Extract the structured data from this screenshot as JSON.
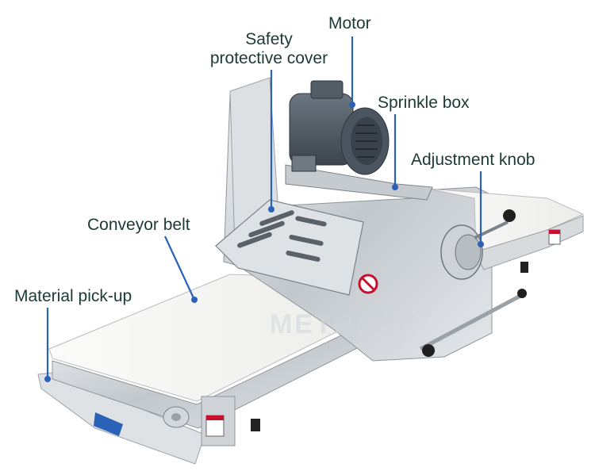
{
  "callouts": {
    "motor": "Motor",
    "safety_cover_line1": "Safety",
    "safety_cover_line2": "protective cover",
    "sprinkle_box": "Sprinkle box",
    "adjustment_knob": "Adjustment knob",
    "conveyor_belt": "Conveyor belt",
    "material_pickup": "Material pick-up"
  },
  "watermark": "METHENK",
  "colors": {
    "label_text": "#1b3a34",
    "leader_line": "#2b62b8",
    "steel": "#c9ced3",
    "belt": "#f6f6f4",
    "motor": "#4a5560",
    "warning_red": "#c8102e"
  }
}
